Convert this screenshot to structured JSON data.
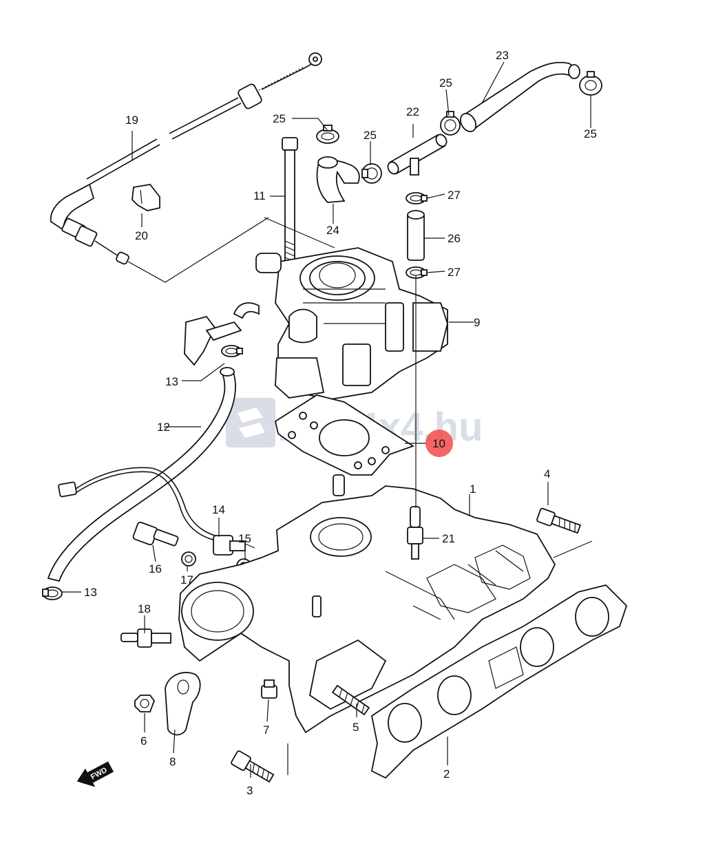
{
  "watermark": {
    "text": "zuki4x4.hu",
    "color": "#d8dde6"
  },
  "highlight": {
    "label": "10",
    "color": "#f24b4b"
  },
  "fwd_label": "FWD",
  "callouts": [
    {
      "id": "1",
      "label": "1"
    },
    {
      "id": "2",
      "label": "2"
    },
    {
      "id": "3",
      "label": "3"
    },
    {
      "id": "4",
      "label": "4"
    },
    {
      "id": "5",
      "label": "5"
    },
    {
      "id": "6",
      "label": "6"
    },
    {
      "id": "7",
      "label": "7"
    },
    {
      "id": "8",
      "label": "8"
    },
    {
      "id": "9",
      "label": "9"
    },
    {
      "id": "11",
      "label": "11"
    },
    {
      "id": "12",
      "label": "12"
    },
    {
      "id": "13a",
      "label": "13"
    },
    {
      "id": "13b",
      "label": "13"
    },
    {
      "id": "14",
      "label": "14"
    },
    {
      "id": "15",
      "label": "15"
    },
    {
      "id": "16",
      "label": "16"
    },
    {
      "id": "17",
      "label": "17"
    },
    {
      "id": "18",
      "label": "18"
    },
    {
      "id": "19",
      "label": "19"
    },
    {
      "id": "20",
      "label": "20"
    },
    {
      "id": "21",
      "label": "21"
    },
    {
      "id": "22",
      "label": "22"
    },
    {
      "id": "23",
      "label": "23"
    },
    {
      "id": "24",
      "label": "24"
    },
    {
      "id": "25a",
      "label": "25"
    },
    {
      "id": "25b",
      "label": "25"
    },
    {
      "id": "25c",
      "label": "25"
    },
    {
      "id": "25d",
      "label": "25"
    },
    {
      "id": "26",
      "label": "26"
    },
    {
      "id": "27a",
      "label": "27"
    },
    {
      "id": "27b",
      "label": "27"
    }
  ]
}
